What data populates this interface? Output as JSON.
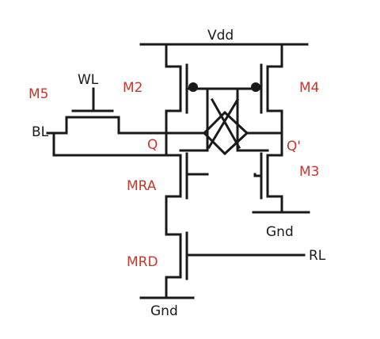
{
  "diagram": {
    "colors": {
      "wire": "#1a1a1a",
      "transistor_label": "#c8392b",
      "node_label": "#c8392b",
      "net_label": "#1a1a1a"
    },
    "nets": {
      "vdd": "Vdd",
      "gnd_right": "Gnd",
      "gnd_bottom": "Gnd",
      "wl": "WL",
      "bl": "BL",
      "rl": "RL"
    },
    "nodes": {
      "q": "Q",
      "qbar": "Q'"
    },
    "transistors": {
      "m5": "M5",
      "m2": "M2",
      "m4": "M4",
      "m3": "M3",
      "mra": "MRA",
      "mrd": "MRD"
    }
  }
}
